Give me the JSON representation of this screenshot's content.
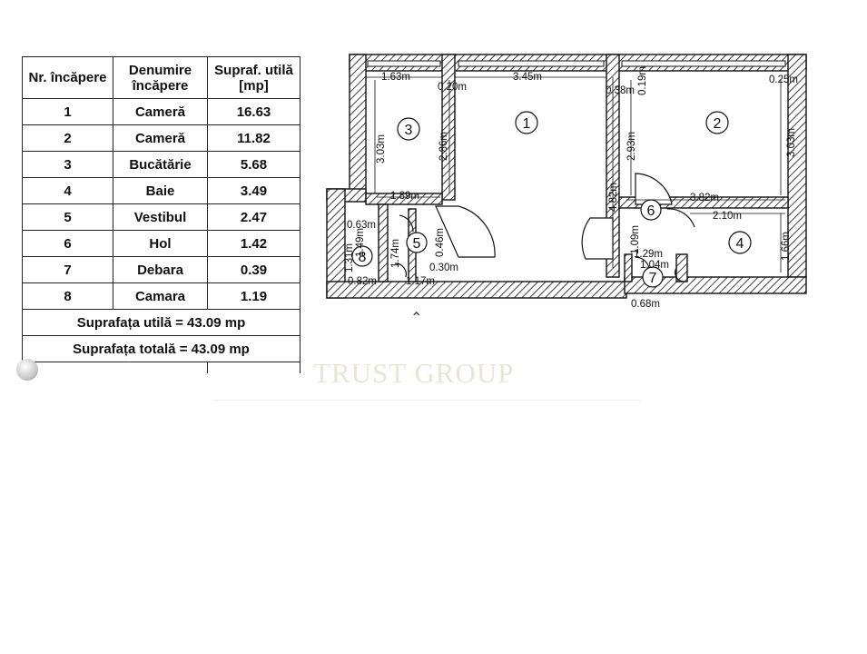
{
  "table": {
    "headers": {
      "nr": "Nr. încăpere",
      "name": "Denumire încăpere",
      "area": "Supraf. utilă [mp]"
    },
    "rows": [
      {
        "nr": "1",
        "name": "Cameră",
        "area": "16.63"
      },
      {
        "nr": "2",
        "name": "Cameră",
        "area": "11.82"
      },
      {
        "nr": "3",
        "name": "Bucătărie",
        "area": "5.68"
      },
      {
        "nr": "4",
        "name": "Baie",
        "area": "3.49"
      },
      {
        "nr": "5",
        "name": "Vestibul",
        "area": "2.47"
      },
      {
        "nr": "6",
        "name": "Hol",
        "area": "1.42"
      },
      {
        "nr": "7",
        "name": "Debara",
        "area": "0.39"
      },
      {
        "nr": "8",
        "name": "Camara",
        "area": "1.19"
      }
    ],
    "suprafata_utila": "Suprafața utilă  = 43.09 mp",
    "suprafata_totala": "Suprafața totală  = 43.09 mp"
  },
  "plan": {
    "room_numbers": [
      "1",
      "2",
      "3",
      "4",
      "5",
      "6",
      "7",
      "8"
    ],
    "dimensions": {
      "d_163": "1.63m",
      "d_020": "0.20m",
      "d_345": "3.45m",
      "d_019": "0.19m",
      "d_038": "0.38m",
      "d_025": "0.25m",
      "d_303a": "3.03m",
      "d_286": "2.86m",
      "d_293": "2.93m",
      "d_303b": "3.03m",
      "d_482": "4.82m",
      "d_189": "1.89m",
      "d_382": "3.82m",
      "d_063": "0.63m",
      "d_210": "2.10m",
      "d_149": "1.49m",
      "d_046": "0.46m",
      "d_109": "1.09m",
      "d_166": "1.66m",
      "d_131": "1.31m",
      "d_174": "1.74m",
      "d_129": "1.29m",
      "d_104": "1.04m",
      "d_030": "0.30m",
      "d_082": "0.82m",
      "d_117": "1.17m",
      "d_068": "0.68m"
    }
  },
  "watermark": "TRUST GROUP"
}
